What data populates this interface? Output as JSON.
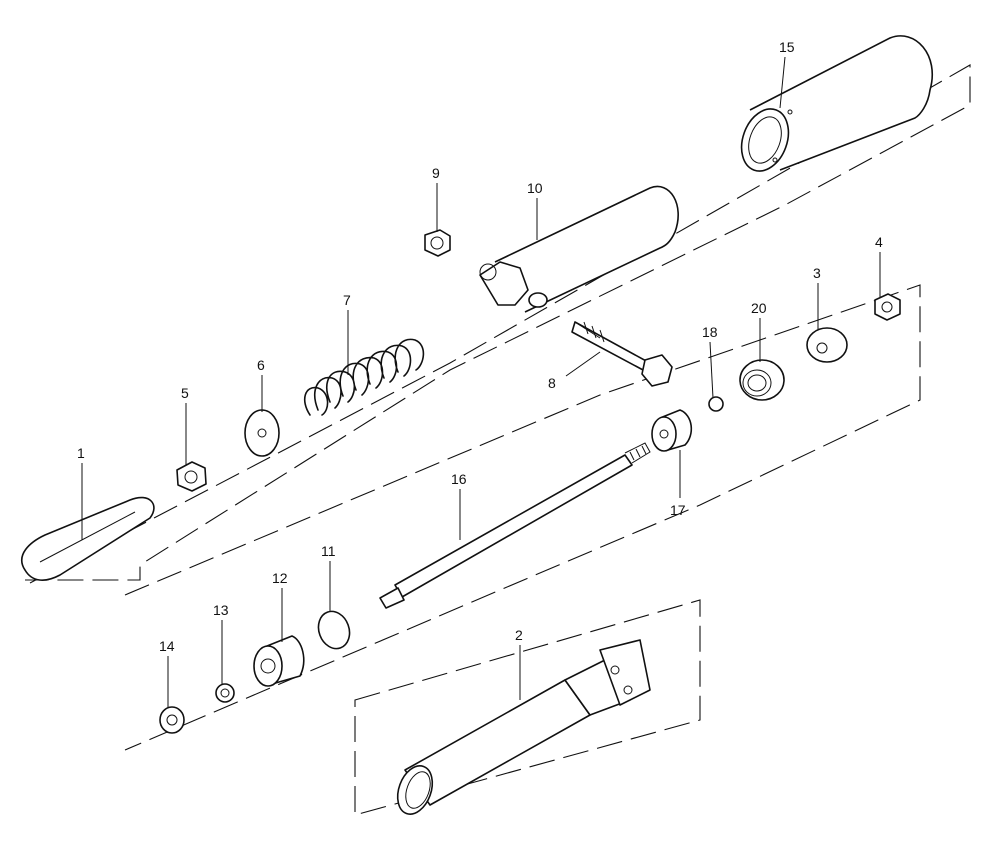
{
  "labels": {
    "p1": "1",
    "p2": "2",
    "p3": "3",
    "p4": "4",
    "p5": "5",
    "p6": "6",
    "p7": "7",
    "p8": "8",
    "p9": "9",
    "p10": "10",
    "p11": "11",
    "p12": "12",
    "p13": "13",
    "p14": "14",
    "p15": "15",
    "p16": "16",
    "p17": "17",
    "p18": "18",
    "p20": "20"
  }
}
